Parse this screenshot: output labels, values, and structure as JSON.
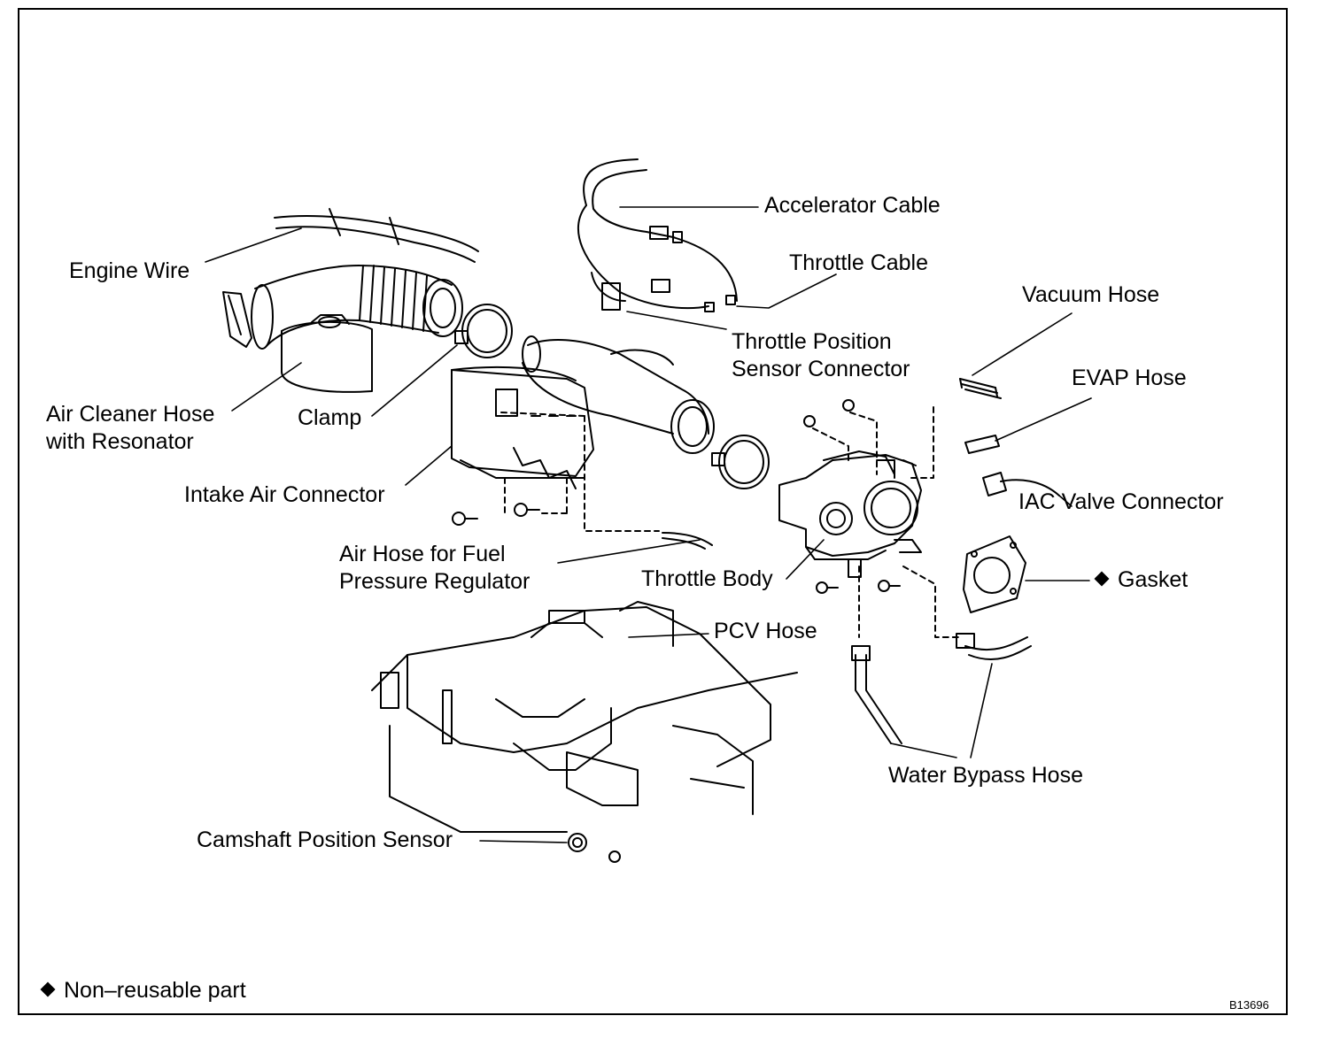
{
  "labels": {
    "accelerator_cable": "Accelerator Cable",
    "throttle_cable": "Throttle Cable",
    "engine_wire": "Engine Wire",
    "vacuum_hose": "Vacuum Hose",
    "tps_connector_1": "Throttle Position",
    "tps_connector_2": "Sensor Connector",
    "evap_hose": "EVAP Hose",
    "air_cleaner_hose_1": "Air Cleaner Hose",
    "air_cleaner_hose_2": "with Resonator",
    "clamp": "Clamp",
    "intake_air_connector": "Intake Air Connector",
    "iac_valve_connector": "IAC Valve Connector",
    "air_hose_fpr_1": "Air Hose for Fuel",
    "air_hose_fpr_2": "Pressure Regulator",
    "throttle_body": "Throttle Body",
    "gasket": "Gasket",
    "pcv_hose": "PCV Hose",
    "water_bypass_hose": "Water Bypass Hose",
    "camshaft_position_sensor": "Camshaft Position Sensor"
  },
  "legend": {
    "text": "Non–reusable part",
    "symbol": "diamond-icon"
  },
  "figure_code": "B13696",
  "colors": {
    "ink": "#000000",
    "paper": "#ffffff"
  }
}
